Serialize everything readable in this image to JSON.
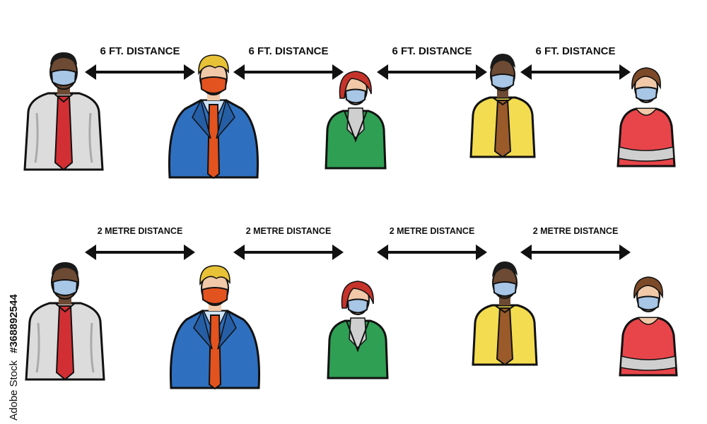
{
  "rows": [
    {
      "label": "6 FT. DISTANCE",
      "labels": [
        "6 FT. DISTANCE",
        "6 FT. DISTANCE",
        "6 FT. DISTANCE",
        "6 FT. DISTANCE"
      ]
    },
    {
      "label": "2 METRE DISTANCE",
      "labels": [
        "2 METRE DISTANCE",
        "2 METRE DISTANCE",
        "2 METRE DISTANCE",
        "2 METRE DISTANCE"
      ]
    }
  ],
  "watermark": {
    "prefix": "Adobe Stock",
    "id": "#368892544"
  },
  "icons": [
    "man-dark-skin-white-shirt-icon",
    "man-blond-blue-suit-icon",
    "woman-red-hair-green-jacket-icon",
    "man-dark-skin-yellow-shirt-icon",
    "woman-brown-hair-red-top-icon",
    "double-arrow-icon"
  ],
  "colors": {
    "outline": "#111111",
    "mask_blue": "#a8c6e6",
    "mask_red": "#e2531f",
    "shirt_white": "#dcdcdc",
    "tie_red": "#d22f34",
    "suit_blue": "#2f6fbf",
    "jacket_green": "#2f9f54",
    "shirt_yellow": "#f4dc50",
    "tie_brown": "#9a5a2a",
    "top_red": "#e8454a",
    "skin_dark": "#6d4a33",
    "skin_light": "#f1c9a8",
    "hair_blond": "#e8c236",
    "hair_red": "#c6332b",
    "hair_brown": "#7c4a28"
  }
}
